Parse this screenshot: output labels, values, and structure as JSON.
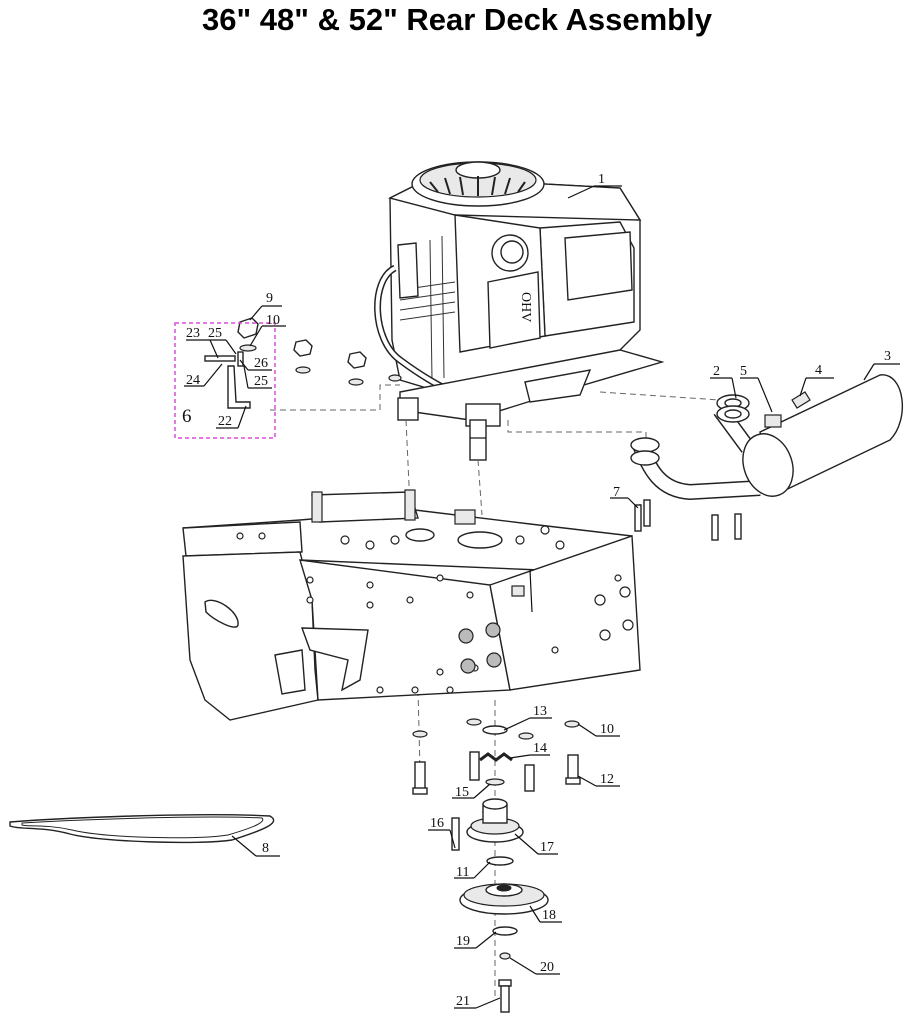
{
  "title": "36\" 48\" & 52\" Rear Deck Assembly",
  "labels": {
    "p1": "1",
    "p2": "2",
    "p3": "3",
    "p4": "4",
    "p5": "5",
    "p6": "6",
    "p7": "7",
    "p8": "8",
    "p9": "9",
    "p10a": "10",
    "p10b": "10",
    "p11": "11",
    "p12": "12",
    "p13": "13",
    "p14": "14",
    "p15": "15",
    "p16": "16",
    "p17": "17",
    "p18": "18",
    "p19": "19",
    "p20": "20",
    "p21": "21",
    "p22": "22",
    "p23": "23",
    "p24": "24",
    "p25a": "25",
    "p25b": "25",
    "p26": "26"
  },
  "engine_badge": "OHV",
  "colors": {
    "group_box": "#d94fd9"
  }
}
